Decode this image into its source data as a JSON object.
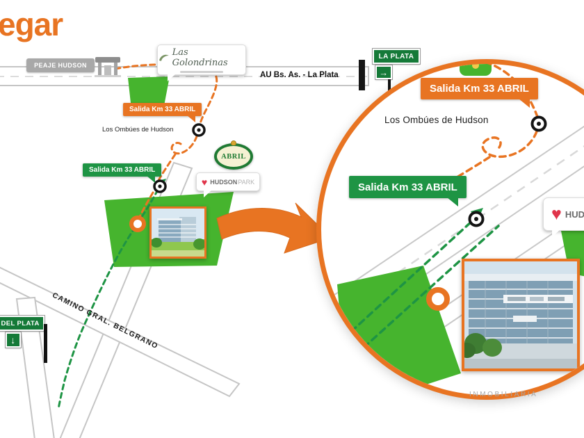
{
  "title": "egar",
  "colors": {
    "orange": "#E87422",
    "badge_green": "#1E9444",
    "sign_green": "#157A38",
    "land_green": "#46B42E"
  },
  "signs": {
    "peaje": "PEAJE HUDSON",
    "la_plata": "LA PLATA",
    "la_plata_arrow": "→",
    "mar_del_plata": "R DEL PLATA",
    "mar_del_plata_arrow": "↓"
  },
  "roads": {
    "highway_label": "AU Bs. As. - La Plata",
    "camino_label": "CAMINO GRAL. BELGRANO"
  },
  "overview": {
    "exit_orange": "Salida Km 33 ABRIL",
    "exit_green": "Salida Km 33 ABRIL",
    "neighborhood": "Los Ombúes de Hudson"
  },
  "detail": {
    "exit_orange": "Salida Km 33 ABRIL",
    "exit_green": "Salida Km 33 ABRIL",
    "neighborhood": "Los Ombúes de Hudson",
    "hudson_partial": "HUD"
  },
  "logos": {
    "golondrinas": "Las Golondrinas",
    "abril": "ABRIL",
    "hudson": "HUDSON",
    "park": "PARK"
  },
  "watermark": "INMOBILIARIA"
}
